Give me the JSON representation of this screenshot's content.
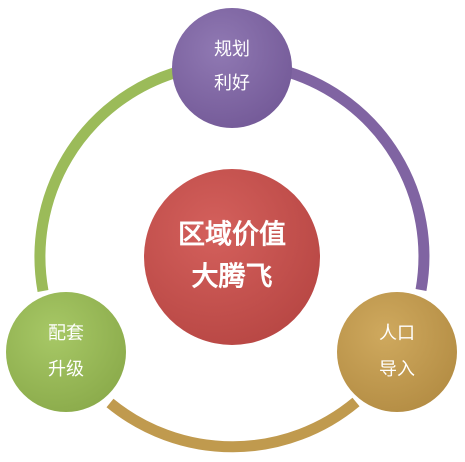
{
  "center": {
    "line1": "区域价值",
    "line2": "大腾飞",
    "color": "#c0504d"
  },
  "nodes": [
    {
      "key": "top",
      "line1": "规划",
      "line2": "利好",
      "color": "#8064a2"
    },
    {
      "key": "right",
      "line1": "人口",
      "line2": "导入",
      "color": "#c09a4e"
    },
    {
      "key": "left",
      "line1": "配套",
      "line2": "升级",
      "color": "#9bbb59"
    }
  ]
}
